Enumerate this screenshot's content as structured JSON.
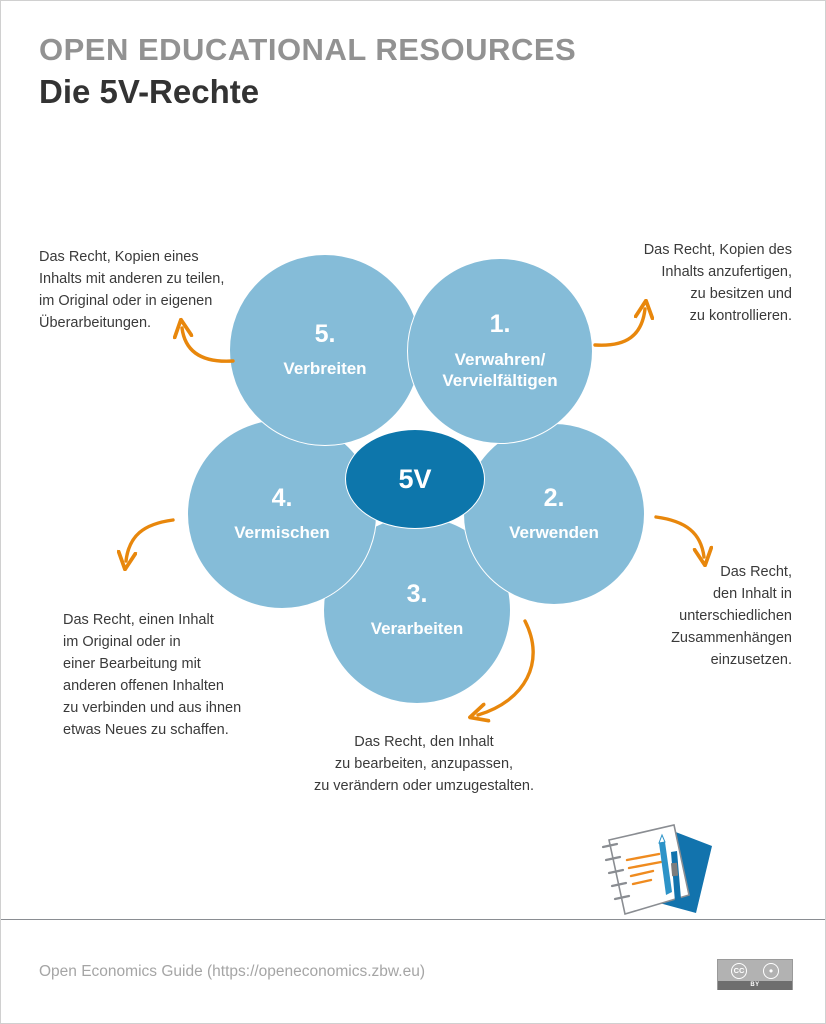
{
  "header": {
    "eyebrow": "OPEN EDUCATIONAL RESOURCES",
    "headline": "Die 5V-Rechte"
  },
  "diagram": {
    "center_label": "5V",
    "colors": {
      "petal": "#85bcd8",
      "core": "#0d76ab",
      "arrow": "#e8870c",
      "eyebrow_gray": "#929292",
      "body_text": "#3a3a3a"
    },
    "petals": [
      {
        "id": "1",
        "num": "1.",
        "label": "Verwahren/\nVervielfältigen"
      },
      {
        "id": "2",
        "num": "2.",
        "label": "Verwenden"
      },
      {
        "id": "3",
        "num": "3.",
        "label": "Verarbeiten"
      },
      {
        "id": "4",
        "num": "4.",
        "label": "Vermischen"
      },
      {
        "id": "5",
        "num": "5.",
        "label": "Verbreiten"
      }
    ],
    "callouts": [
      {
        "id": "1",
        "text": "Das Recht, Kopien des\nInhalts anzufertigen,\nzu besitzen und\nzu kontrollieren."
      },
      {
        "id": "2",
        "text": "Das Recht,\nden Inhalt in\nunterschiedlichen\nZusammenhängen\neinzusetzen."
      },
      {
        "id": "3",
        "text": "Das Recht, den Inhalt\nzu bearbeiten, anzupassen,\nzu verändern oder umzugestalten."
      },
      {
        "id": "4",
        "text": "Das Recht, einen Inhalt\nim Original oder in\neiner Bearbeitung mit\nanderen offenen Inhalten\nzu verbinden und aus ihnen\netwas Neues zu schaffen."
      },
      {
        "id": "5",
        "text": "Das Recht, Kopien eines\nInhalts mit anderen zu teilen,\nim Original oder in eigenen\nÜberarbeitungen."
      }
    ]
  },
  "illustration": {
    "name": "notebook-pen-pencil-illustration"
  },
  "footer": {
    "source": "Open Economics Guide (https://openeconomics.zbw.eu)",
    "license": {
      "cc_mark": "CC",
      "by_mark": "BY"
    }
  }
}
